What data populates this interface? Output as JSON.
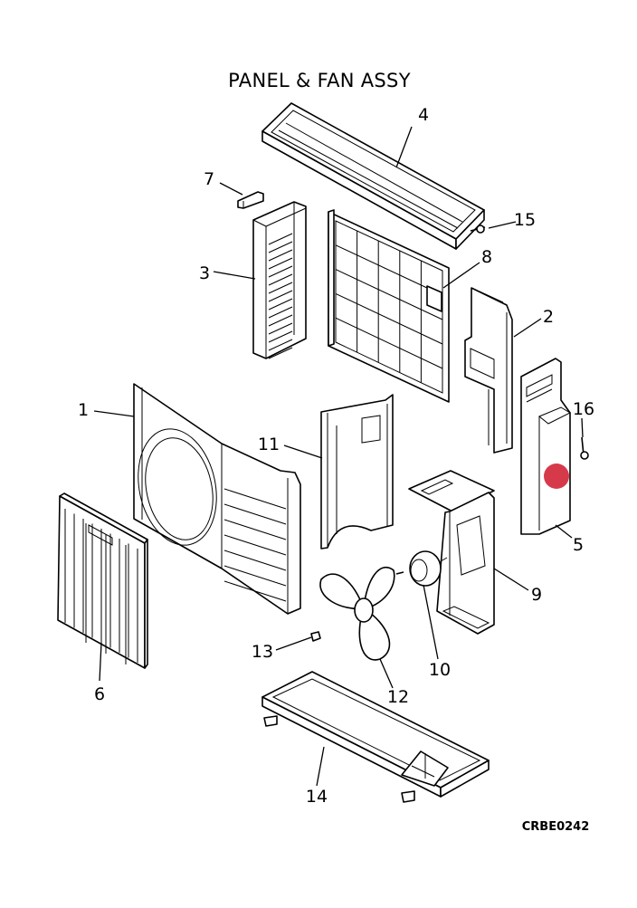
{
  "title": "PANEL & FAN ASSY",
  "drawing_code": "CRBE0242",
  "marker_color": "#d63a4a",
  "callouts": {
    "p1": "1",
    "p2": "2",
    "p3": "3",
    "p4": "4",
    "p5": "5",
    "p6": "6",
    "p7": "7",
    "p8": "8",
    "p9": "9",
    "p10": "10",
    "p11": "11",
    "p12": "12",
    "p13": "13",
    "p14": "14",
    "p15": "15",
    "p16": "16"
  }
}
